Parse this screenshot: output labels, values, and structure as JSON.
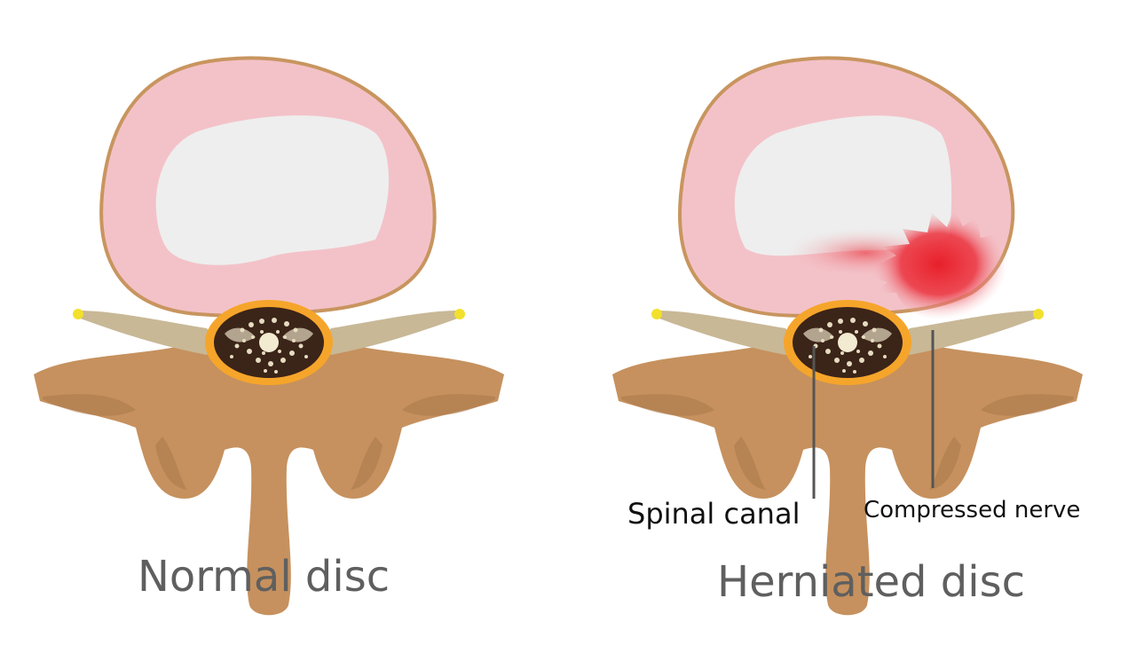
{
  "captions": {
    "normal": "Normal disc",
    "herniated": "Herniated disc"
  },
  "labels": {
    "spinal_canal": "Spinal canal",
    "compressed_nerve": "Compressed nerve"
  },
  "colors": {
    "annulus": "#f3c2c8",
    "annulus_outline": "#c8955f",
    "nucleus": "#eeeeee",
    "vertebra": "#c6915e",
    "vertebra_shadow": "#a9784b",
    "ligament": "#c8b896",
    "nerve_tip": "#f2e02c",
    "canal_ring": "#f6a52b",
    "cord": "#3b2418",
    "cord_dots": "#e6dcc0",
    "herniation": "#e8202a",
    "caption_text": "#5f5f5f",
    "leader_line": "#555555"
  }
}
